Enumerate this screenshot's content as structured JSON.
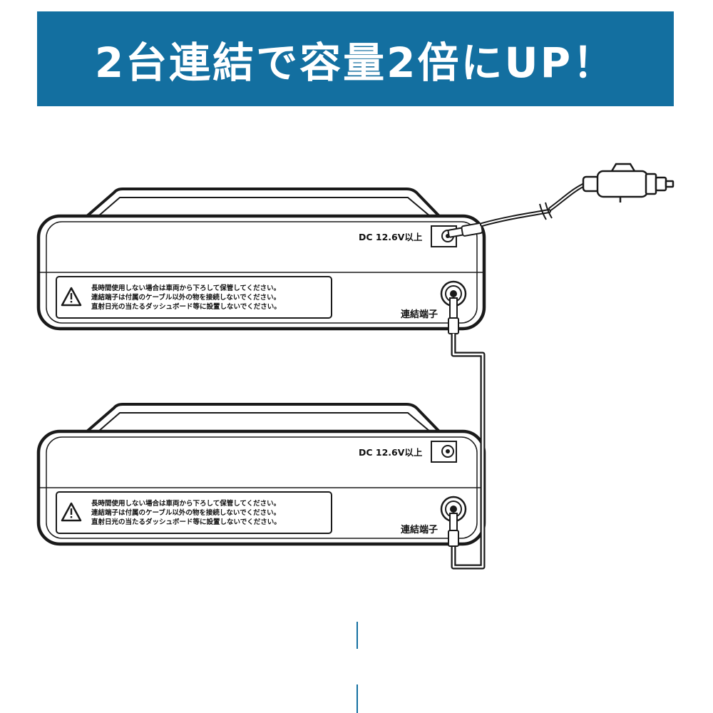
{
  "header": {
    "title": "2台連結で容量2倍にUP！"
  },
  "units": [
    {
      "dc_label": "DC 12.6V以上",
      "port_label": "連結端子",
      "warnings": [
        "長時間使用しない場合は車両から下ろして保管してください。",
        "連結端子は付属のケーブル以外の物を接続しないでください。",
        "直射日光の当たるダッシュボード等に設置しないでください。"
      ]
    },
    {
      "dc_label": "DC 12.6V以上",
      "port_label": "連結端子",
      "warnings": [
        "長時間使用しない場合は車両から下ろして保管してください。",
        "連結端子は付属のケーブル以外の物を接続しないでください。",
        "直射日光の当たるダッシュボード等に設置しないでください。"
      ]
    }
  ],
  "colors": {
    "banner": "#136fa0",
    "banner_text": "#ffffff",
    "line_art": "#1a1a1a"
  },
  "icons": [
    "warning-triangle-icon",
    "car-cigarette-plug-icon",
    "dc-jack-icon",
    "link-port-icon"
  ]
}
